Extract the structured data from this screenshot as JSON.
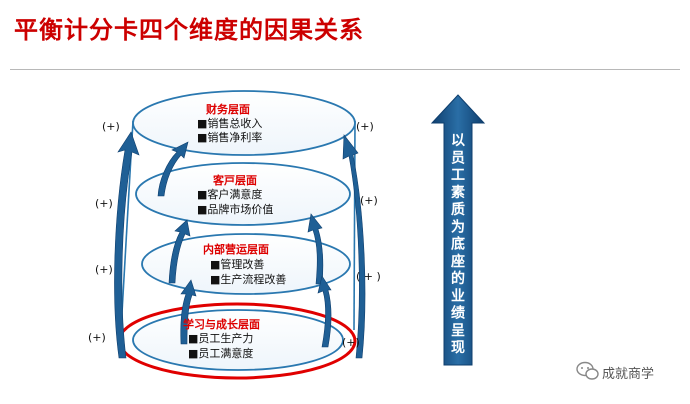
{
  "title": "平衡计分卡四个维度的因果关系",
  "layers": [
    {
      "title": "财务层面",
      "items": [
        "■销售总收入",
        "■销售净利率"
      ]
    },
    {
      "title": "客戸层面",
      "items": [
        "■客户满意度",
        "■品牌市场价值"
      ]
    },
    {
      "title": "内部营运层面",
      "items": [
        "■管理改善",
        "■生产流程改善"
      ]
    },
    {
      "title": "学习与成长层面",
      "items": [
        "■员工生产力",
        "■员工满意度"
      ]
    }
  ],
  "plus_signs": [
    "(+)",
    "(+)",
    "(+)",
    "(+)",
    "(+)",
    "(+)",
    "( + )",
    "(+)"
  ],
  "vertical_arrow_text": "以员工素质为底座的业绩呈现",
  "watermark": "成就商学",
  "colors": {
    "title": "#cc0000",
    "layer_title": "#dd0000",
    "arrow": "#1f5f95",
    "arrow_dark": "#0f3f6e",
    "ellipse_stroke": "#2a78b0",
    "highlight": "#e00000"
  }
}
